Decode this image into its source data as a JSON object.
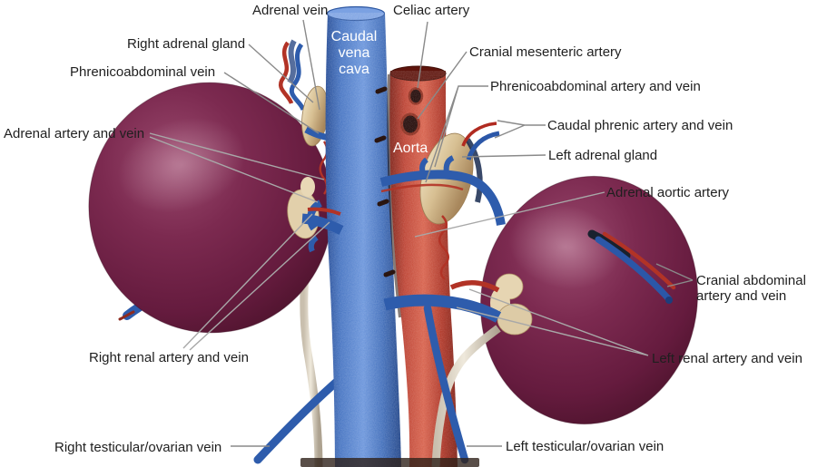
{
  "diagram": {
    "vessel_overlays": {
      "caudal_vena_cava": "Caudal\nvena\ncava",
      "aorta": "Aorta"
    },
    "labels": {
      "adrenal_vein": "Adrenal vein",
      "celiac_artery": "Celiac artery",
      "right_adrenal_gland": "Right adrenal gland",
      "cranial_mesenteric_artery": "Cranial mesenteric artery",
      "phrenicoabdominal_vein": "Phrenicoabdominal vein",
      "phrenicoabdominal_artery_and_vein": "Phrenicoabdominal artery and vein",
      "caudal_phrenic_artery_and_vein": "Caudal phrenic artery and vein",
      "adrenal_artery_and_vein": "Adrenal artery and vein",
      "left_adrenal_gland": "Left adrenal gland",
      "adrenal_aortic_artery": "Adrenal aortic artery",
      "cranial_abdominal_artery_and_vein": "Cranial abdominal artery and vein",
      "right_renal_artery_and_vein": "Right renal artery and vein",
      "left_renal_artery_and_vein": "Left renal artery and vein",
      "right_testicular_ovarian_vein": "Right testicular/ovarian vein",
      "left_testicular_ovarian_vein": "Left testicular/ovarian vein"
    },
    "colors": {
      "background": "#ffffff",
      "vein_blue": "#2e5cac",
      "vena_cava_blue": "#3a69b8",
      "artery_red": "#b23326",
      "aorta_red": "#c0432f",
      "kidney_maroon": "#6e2044",
      "adrenal_tan": "#d7bf92",
      "ureter_cream": "#e9e1d2",
      "label_text": "#1f1f1f",
      "leader_line": "#8a8a8a"
    }
  }
}
